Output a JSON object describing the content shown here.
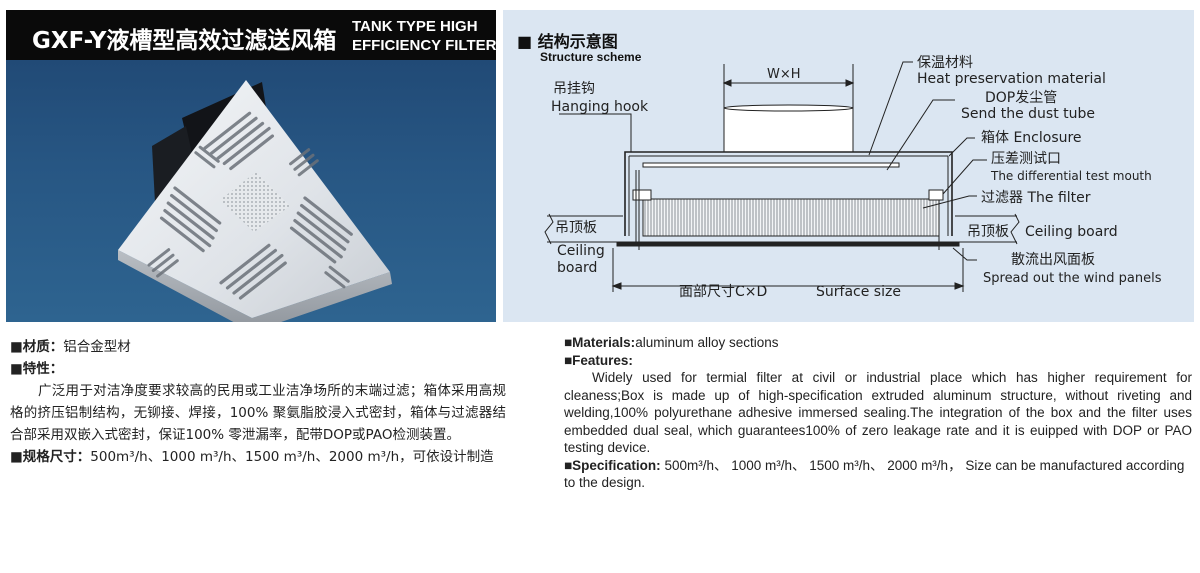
{
  "header": {
    "title_cn": "GXF-Y液槽型高效过滤送风箱",
    "title_en_line1": "TANK TYPE HIGH",
    "title_en_line2": "EFFICIENCY FILTER"
  },
  "diagram": {
    "section_title": "■ 结构示意图",
    "section_subtitle": "Structure scheme",
    "dim_top": "W×H",
    "labels": {
      "hanging_hook_cn": "吊挂钩",
      "hanging_hook_en": "Hanging hook",
      "insulation_cn": "保温材料",
      "insulation_en": "Heat preservation material",
      "dop_cn": "DOP发尘管",
      "dop_en": "Send the dust tube",
      "enclosure": "箱体 Enclosure",
      "test_mouth_cn": "压差测试口",
      "test_mouth_en": "The differential test mouth",
      "filter": "过滤器 The filter",
      "ceiling_board_left_cn": "吊顶板",
      "ceiling_board_left_en1": "Ceiling",
      "ceiling_board_left_en2": "board",
      "ceiling_board_right_cn": "吊顶板",
      "ceiling_board_right_en": "Ceiling board",
      "panel_cn": "散流出风面板",
      "panel_en": "Spread out the wind panels",
      "surface_size_cn": "面部尺寸C×D",
      "surface_size_en": "Surface size"
    }
  },
  "cn_text": {
    "materials_label": "■材质：",
    "materials_value": "铝合金型材",
    "features_label": "■特性：",
    "features_text": "广泛用于对洁净度要求较高的民用或工业洁净场所的末端过滤；箱体采用高规格的挤压铝制结构，无铆接、焊接，100% 聚氨脂胶浸入式密封，箱体与过滤器结合部采用双嵌入式密封，保证100% 零泄漏率，配带DOP或PAO检测装置。",
    "spec_label": "■规格尺寸：",
    "spec_value": "500m³/h、1000 m³/h、1500 m³/h、2000 m³/h，可依设计制造"
  },
  "en_text": {
    "materials_label": "■Materials:",
    "materials_value": "aluminum alloy sections",
    "features_label": "■Features:",
    "features_text": "Widely used for termial filter at civil or industrial place which has higher requirement for cleaness;Box is made up of high-specification extruded aluminum structure, without riveting and welding,100% polyurethane adhesive immersed sealing.The integration of the box and the filter uses embedded dual seal, which guarantees100% of zero leakage rate and it is euipped with DOP or PAO testing device.",
    "spec_label": "■Specification:",
    "spec_value": "500m³/h、 1000 m³/h、 1500 m³/h、 2000 m³/h， Size can be manufactured according to the design."
  }
}
